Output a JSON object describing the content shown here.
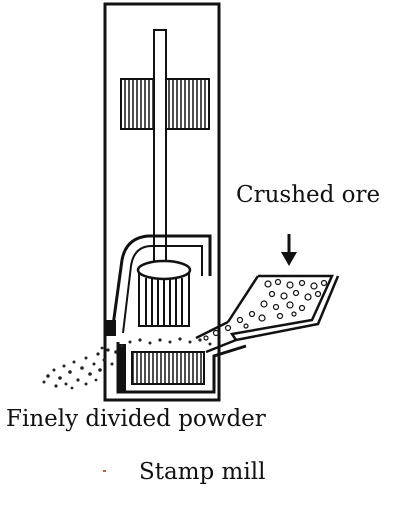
{
  "diagram": {
    "crushed_ore_label": "Crushed ore",
    "powder_label": "Finely divided powder",
    "caption": "Stamp mill"
  },
  "colors": {
    "ink": "#111111",
    "background": "#ffffff"
  }
}
